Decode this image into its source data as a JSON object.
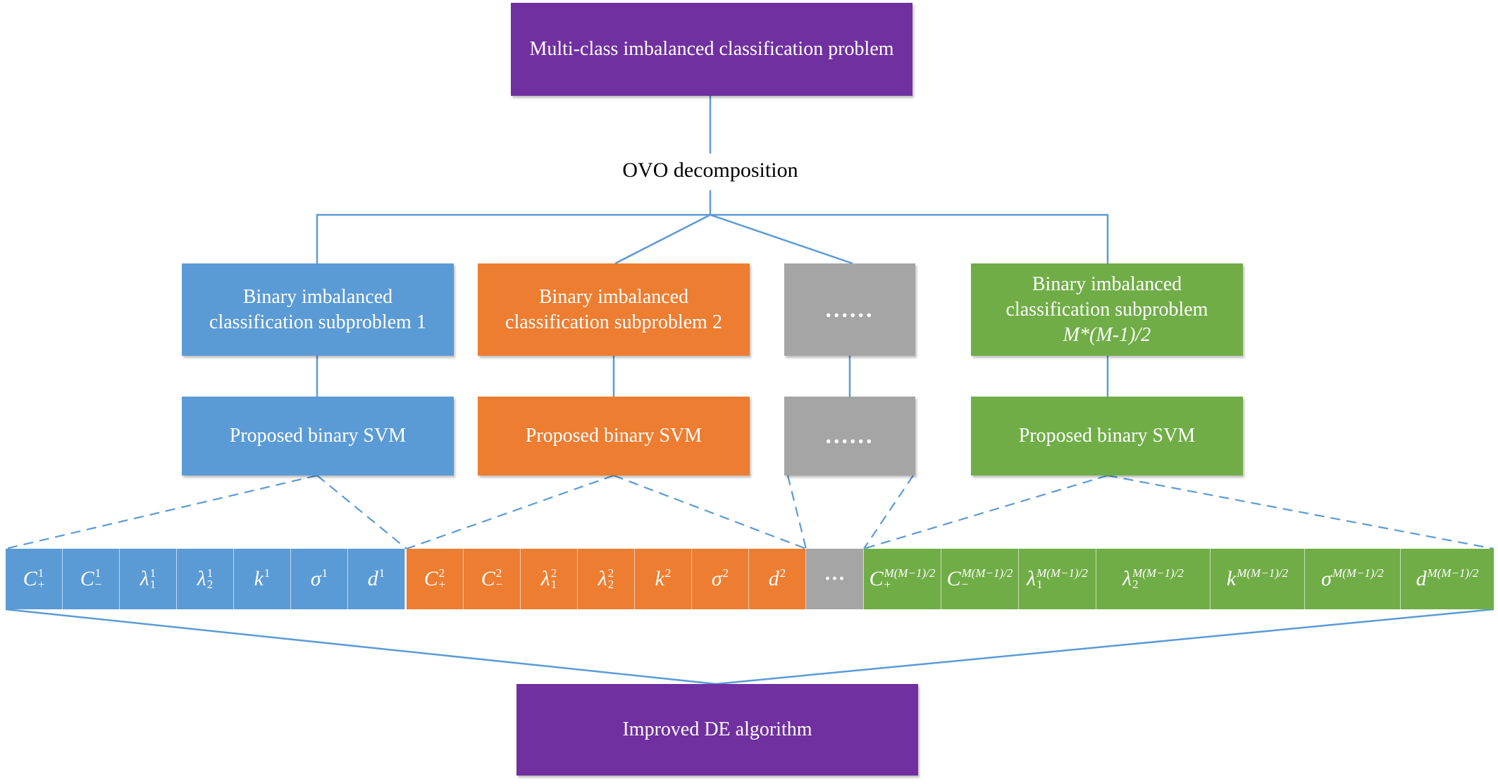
{
  "top_box": {
    "label": "Multi-class imbalanced classification problem"
  },
  "ovo_label": "OVO decomposition",
  "subproblems": [
    {
      "line1": "Binary imbalanced",
      "line2": "classification subproblem 1",
      "svm": "Proposed binary SVM",
      "color": "#5b9bd5"
    },
    {
      "line1": "Binary imbalanced",
      "line2": "classification subproblem 2",
      "svm": "Proposed binary SVM",
      "color": "#ed7d31"
    },
    {
      "dots": "......",
      "svm_dots": "......",
      "color": "#a5a5a5"
    },
    {
      "line1": "Binary imbalanced",
      "line2": "classification subproblem",
      "line3": "M*(M-1)/2",
      "svm": "Proposed binary SVM",
      "color": "#70ad47"
    }
  ],
  "parameter_vector": {
    "group1": {
      "base": [
        "C",
        "C",
        "λ",
        "λ",
        "k",
        "σ",
        "d"
      ],
      "sup": "1",
      "subs": [
        "+",
        "−",
        "1",
        "2",
        "",
        "",
        ""
      ]
    },
    "group2": {
      "base": [
        "C",
        "C",
        "λ",
        "λ",
        "k",
        "σ",
        "d"
      ],
      "sup": "2",
      "subs": [
        "+",
        "−",
        "1",
        "2",
        "",
        "",
        ""
      ]
    },
    "middle_dots": "···",
    "group3": {
      "base": [
        "C",
        "C",
        "λ",
        "λ",
        "k",
        "σ",
        "d"
      ],
      "sup": "M(M−1)/2",
      "subs": [
        "+",
        "−",
        "1",
        "2",
        "",
        "",
        ""
      ]
    }
  },
  "bottom_box": {
    "label": "Improved DE algorithm"
  },
  "colors": {
    "purple": "#7030a0",
    "blue": "#5b9bd5",
    "orange": "#ed7d31",
    "gray": "#a5a5a5",
    "green": "#70ad47",
    "line": "#5b9bd5"
  }
}
